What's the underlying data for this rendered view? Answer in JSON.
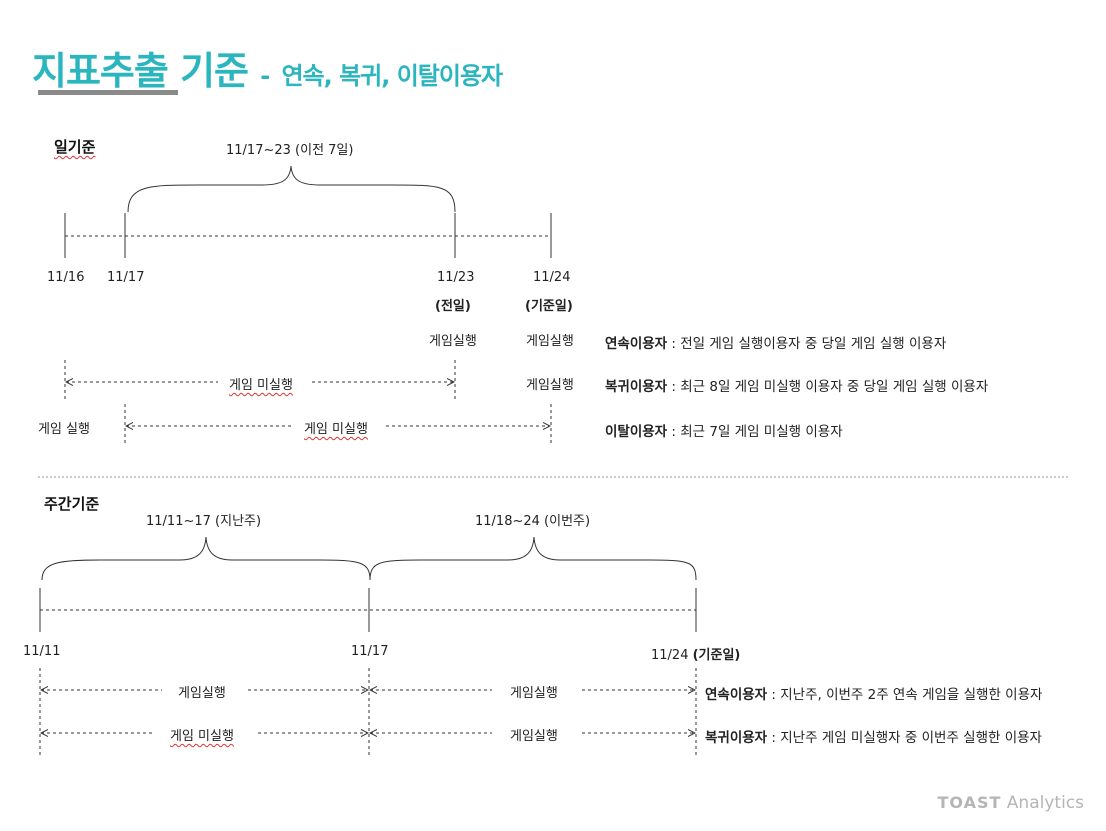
{
  "title": {
    "main": "지표추출 기준",
    "dash": "-",
    "sub": "연속, 복귀, 이탈이용자"
  },
  "daily": {
    "heading": "일기준",
    "span_label": "11/17~23 (이전 7일)",
    "dates": [
      "11/16",
      "11/17",
      "11/23",
      "11/24"
    ],
    "date_notes": {
      "d3": "(전일)",
      "d4": "(기준일)"
    },
    "run_labels": {
      "r1_d3": "게임실행",
      "r1_d4": "게임실행",
      "r2_d4": "게임실행",
      "r3_left": "게임 실행"
    },
    "arrows": {
      "a1": "게임 미실행",
      "a2": "게임 미실행"
    },
    "defs": [
      {
        "term": "연속이용자",
        "desc": " : 전일 게임 실행이용자 중 당일 게임 실행 이용자"
      },
      {
        "term": "복귀이용자",
        "desc": " : 최근 8일 게임 미실행 이용자 중 당일 게임 실행 이용자"
      },
      {
        "term": "이탈이용자",
        "desc": " : 최근 7일 게임 미실행 이용자"
      }
    ]
  },
  "weekly": {
    "heading": "주간기준",
    "span1": "11/11~17  (지난주)",
    "span2": "11/18~24  (이번주)",
    "dates": [
      "11/11",
      "11/17",
      "11/24"
    ],
    "date_note": "(기준일)",
    "arrows": {
      "r1_a": "게임실행",
      "r1_b": "게임실행",
      "r2_a": "게임 미실행",
      "r2_b": "게임실행"
    },
    "defs": [
      {
        "term": "연속이용자",
        "desc": " : 지난주,  이번주 2주 연속 게임을 실행한 이용자"
      },
      {
        "term": "복귀이용자",
        "desc": " : 지난주 게임 미실행자 중 이번주 실행한 이용자"
      }
    ]
  },
  "logo": {
    "brand": "TOAST",
    "product": "Analytics"
  }
}
